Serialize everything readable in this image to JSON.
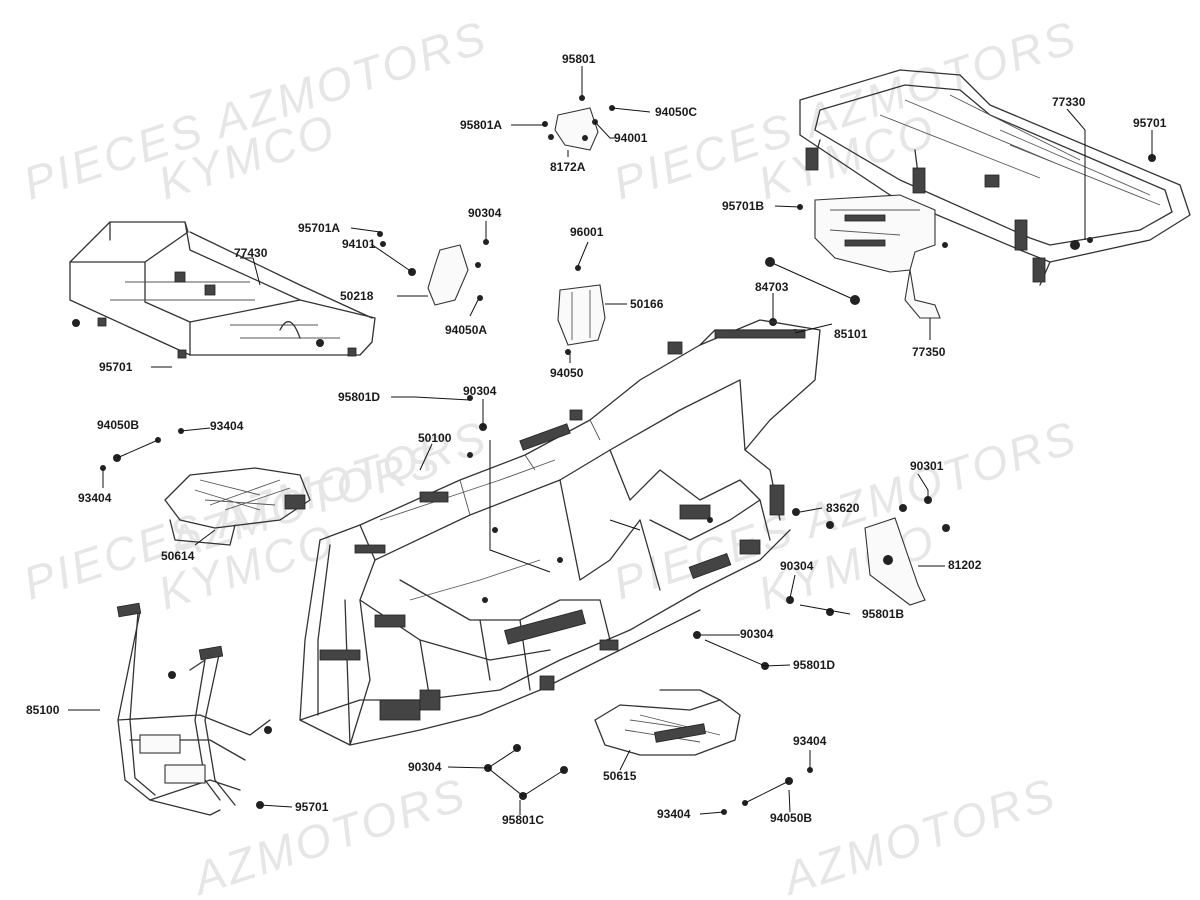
{
  "watermarks": [
    "PIECES AZMOTORS",
    "KYMCO",
    "PIECES AZMOTORS",
    "KYMCO",
    "AZMOTORS",
    "PIECES AZMOTORS",
    "KYMCO",
    "PIECES AZMOTORS",
    "KYMCO",
    "AZMOTORS",
    "AZMOTORS"
  ],
  "parts": {
    "p95801_top": "95801",
    "p95801A": "95801A",
    "p94050C": "94050C",
    "p94001": "94001",
    "p8172A": "8172A",
    "p77330": "77330",
    "p95701_tr": "95701",
    "p95701A": "95701A",
    "p90304_a": "90304",
    "p94101": "94101",
    "p50218": "50218",
    "p94050A": "94050A",
    "p96001": "96001",
    "p50166": "50166",
    "p94050": "94050",
    "p77430": "77430",
    "p95701_l": "95701",
    "p95701B": "95701B",
    "p84703": "84703",
    "p85101": "85101",
    "p77350": "77350",
    "p95801D_a": "95801D",
    "p90304_b": "90304",
    "p94050B_l": "94050B",
    "p93404_l1": "93404",
    "p93404_l2": "93404",
    "p50100": "50100",
    "p50614": "50614",
    "p90301": "90301",
    "p83620": "83620",
    "p81202": "81202",
    "p90304_c": "90304",
    "p95801B": "95801B",
    "p90304_d": "90304",
    "p95801D_b": "95801D",
    "p85100": "85100",
    "p95701_b": "95701",
    "p90304_e": "90304",
    "p50615": "50615",
    "p93404_r1": "93404",
    "p95801C": "95801C",
    "p93404_r2": "93404",
    "p94050B_r": "94050B"
  },
  "colors": {
    "line": "#333333",
    "label": "#1a1a1a",
    "watermark": "#e6e6e6",
    "background": "#ffffff"
  }
}
